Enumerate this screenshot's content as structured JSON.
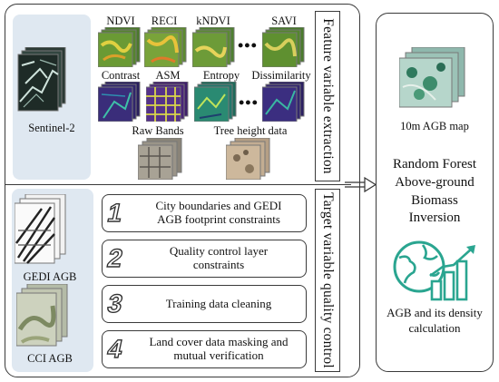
{
  "sentinel": {
    "label": "Sentinel-2"
  },
  "feature_section": {
    "vertical_label": "Feature variable extraction"
  },
  "feature_variables": {
    "row1": [
      "NDVI",
      "RECI",
      "kNDVI",
      "SAVI"
    ],
    "row2": [
      "Contrast",
      "ASM",
      "Entropy",
      "Dissimilarity"
    ],
    "bottom": [
      "Raw Bands",
      "Tree height data"
    ],
    "ellipsis": "•••"
  },
  "target_section": {
    "vertical_label": "Target variable quality control"
  },
  "sources": {
    "gedi": "GEDI AGB",
    "cci": "CCI AGB"
  },
  "steps": [
    {
      "number": "1",
      "text": "City boundaries and GEDI\nAGB footprint constraints"
    },
    {
      "number": "2",
      "text": "Quality control layer\nconstraints"
    },
    {
      "number": "3",
      "text": "Training  data cleaning"
    },
    {
      "number": "4",
      "text": "Land cover data masking and\nmutual verification"
    }
  ],
  "output": {
    "map_label": "10m AGB map",
    "model_text": "Random Forest\nAbove-ground\nBiomass\nInversion",
    "calc_text": "AGB and its density\ncalculation"
  },
  "colors": {
    "teal": "#2aa590",
    "panel_fill": "#dfe8f1",
    "border": "#3a3a3a"
  },
  "icons": [
    "globe-chart-icon",
    "arrow-right-icon"
  ]
}
